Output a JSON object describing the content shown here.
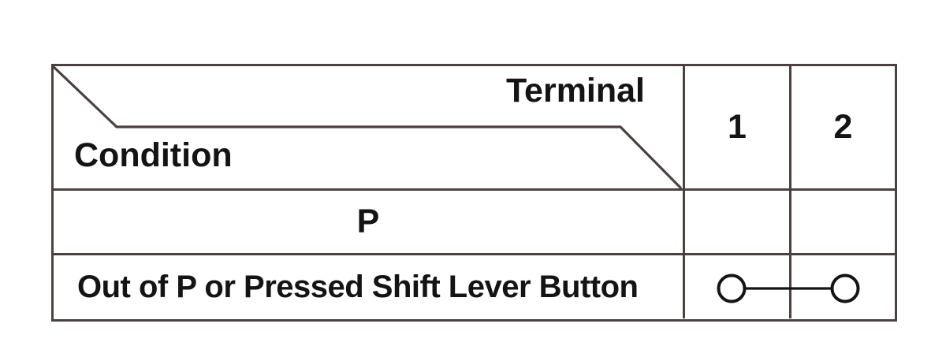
{
  "table": {
    "corner": {
      "top_label": "Terminal",
      "bottom_label": "Condition"
    },
    "columns": [
      "1",
      "2"
    ],
    "rows": [
      {
        "condition": "P",
        "connection": null
      },
      {
        "condition": "Out of P or Pressed Shift Lever Button",
        "connection": "1-2"
      }
    ],
    "symbols": {
      "continuity": "circle-line-circle"
    },
    "colors": {
      "border": "#4b4240",
      "text": "#141414",
      "background": "#ffffff"
    }
  }
}
